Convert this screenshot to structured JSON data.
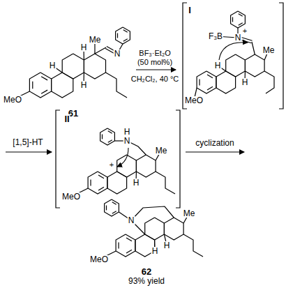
{
  "diagram": {
    "labels": [
      "Me",
      "N",
      "H",
      "H",
      "H",
      "MeO",
      "61",
      "BF₃·Et₂O",
      "(50 mol%)",
      "CH₂Cl₂, 40 °C",
      "I",
      "N",
      "+",
      "F₃B",
      "Me",
      "H",
      "H",
      "MeO",
      "[1,5]-HT",
      "II",
      "N",
      "H",
      "Me",
      "H",
      "+",
      "MeO",
      "cyclization",
      "N",
      "Me",
      "H",
      "H",
      "MeO",
      "62",
      "93% yield"
    ]
  }
}
